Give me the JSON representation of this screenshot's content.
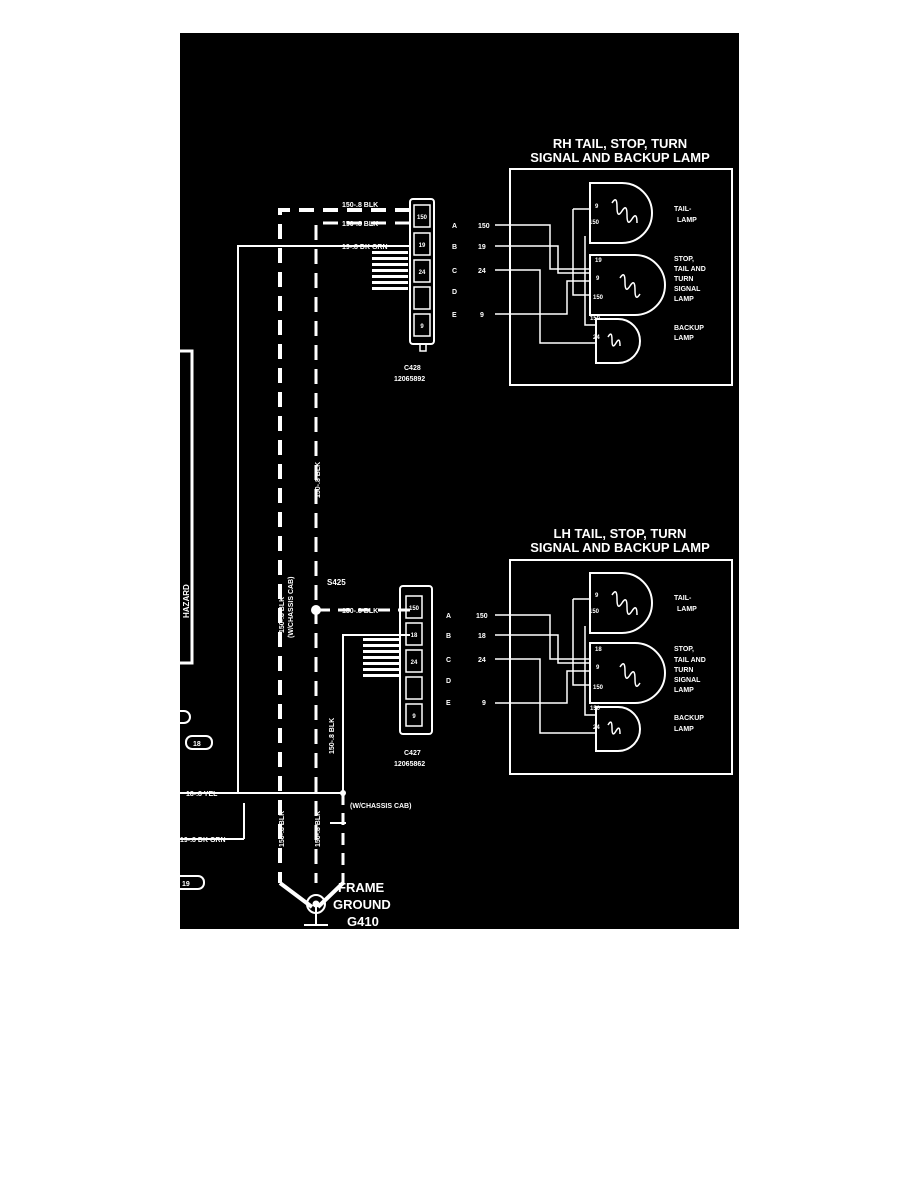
{
  "colors": {
    "background": "#000000",
    "ink": "#ffffff",
    "page": "#ffffff"
  },
  "rh": {
    "title1": "RH TAIL, STOP, TURN",
    "title2": "SIGNAL AND BACKUP LAMP",
    "connector_id": "C428",
    "part_no": "12065892",
    "wires": {
      "top": "150-.8 BLK",
      "mid": "150-.8 BLK",
      "grn": "19-.8 DK GRN"
    },
    "cavity_nums": [
      "150",
      "19",
      "24",
      "",
      "9"
    ],
    "pin_letters": [
      "A",
      "B",
      "C",
      "D",
      "E"
    ],
    "pin_circuits": [
      "150",
      "19",
      "24",
      "9"
    ],
    "tail": {
      "c1": "9",
      "c2": "150",
      "name1": "TAIL-",
      "name2": "LAMP"
    },
    "stop": {
      "c1": "19",
      "c2": "9",
      "c3": "150",
      "name1": "STOP,",
      "name2": "TAIL AND",
      "name3": "TURN",
      "name4": "SIGNAL",
      "name5": "LAMP"
    },
    "backup": {
      "c1": "150",
      "c2": "24",
      "name1": "BACKUP",
      "name2": "LAMP"
    }
  },
  "lh": {
    "title1": "LH TAIL, STOP, TURN",
    "title2": "SIGNAL AND BACKUP LAMP",
    "connector_id": "C427",
    "part_no": "12065862",
    "wires": {
      "top": "150-.8 BLK"
    },
    "cavity_nums": [
      "150",
      "18",
      "24",
      "",
      "9"
    ],
    "pin_letters": [
      "A",
      "B",
      "C",
      "D",
      "E"
    ],
    "pin_circuits": [
      "150",
      "18",
      "24",
      "9"
    ],
    "tail": {
      "c1": "9",
      "c2": "150",
      "name1": "TAIL-",
      "name2": "LAMP"
    },
    "stop": {
      "c1": "18",
      "c2": "9",
      "c3": "150",
      "name1": "STOP,",
      "name2": "TAIL AND",
      "name3": "TURN",
      "name4": "SIGNAL",
      "name5": "LAMP"
    },
    "backup": {
      "c1": "150",
      "c2": "24",
      "name1": "BACKUP",
      "name2": "LAMP"
    }
  },
  "vertical": {
    "blk_upper": "150-.8 BLK",
    "blk_left": "150-.8 BLK",
    "chassis_cab": "(W/CHASSIS CAB)",
    "blk_lower": "150-.8 BLK",
    "blk_bottom_left": "150-.8 BLK",
    "blk_bottom_right": "150-.8 BLK"
  },
  "splice": "S425",
  "left_panel": {
    "hazard": "HAZARD",
    "badge1": "18",
    "badge2": "19"
  },
  "left_wires": {
    "yel": "18-.8 YEL",
    "grn": "19-.8 DK GRN"
  },
  "chassis_note": "(W/CHASSIS CAB)",
  "ground": {
    "line1": "FRAME",
    "line2": "GROUND",
    "line3": "G410"
  }
}
